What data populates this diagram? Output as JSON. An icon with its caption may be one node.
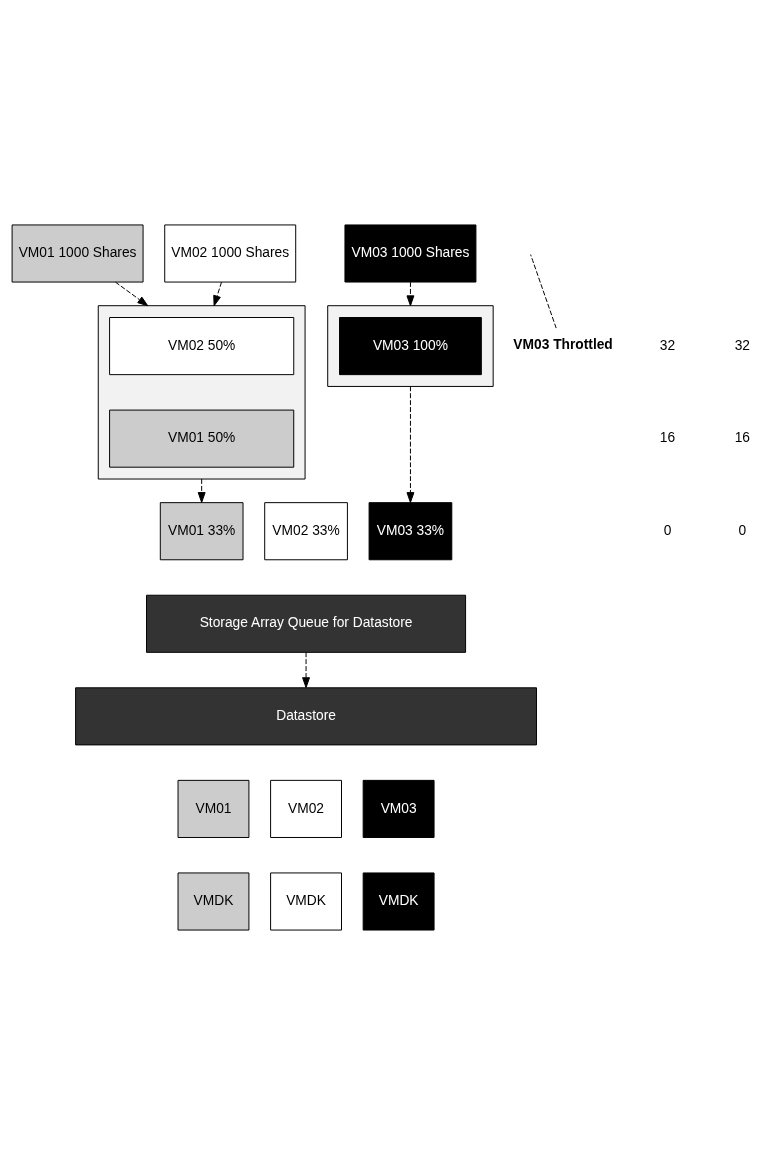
{
  "diagram": {
    "nodes": [
      {
        "text": [
          "VM01 1000 Shares"
        ]
      },
      {
        "text": [
          "VM02 1000 Shares"
        ]
      },
      {
        "text": [
          "VM03 1000 Shares"
        ]
      },
      {
        "text": [],
        "shape": "box"
      },
      {
        "text": [
          "VM02 50%"
        ],
        "in": 3
      },
      {
        "text": [
          "VM01 50%"
        ],
        "in": 3
      },
      {
        "text": [],
        "shape": "box"
      },
      {
        "text": [
          "VM03 100%"
        ],
        "in": 6
      },
      {
        "text": [
          "VM03 Throttled"
        ]
      },
      {
        "text": [
          "VM01 33%"
        ]
      },
      {
        "text": [
          "VM02 33%"
        ]
      },
      {
        "text": [
          "VM03 33%"
        ]
      },
      {
        "text": [
          "Storage Array Queue for Datastore"
        ]
      },
      {
        "text": [
          "Datastore"
        ]
      },
      {
        "text": [
          "VM01"
        ]
      },
      {
        "text": [
          "VM02"
        ]
      },
      {
        "text": [
          "VM03"
        ]
      },
      {
        "text": [
          "VMDK"
        ]
      },
      {
        "text": [
          "VMDK"
        ]
      },
      {
        "text": [
          "VMDK"
        ]
      }
    ],
    "edges": [
      {
        "from": 0,
        "to": 3,
        "arrow": "to",
        "style": "dashed"
      },
      {
        "from": 1,
        "to": 3,
        "arrow": "to",
        "style": "dashed"
      },
      {
        "from": 2,
        "to": 6,
        "arrow": "to",
        "style": "dashed"
      },
      {
        "from": 3,
        "to": 9,
        "arrow": "to",
        "style": "dashed"
      },
      {
        "from": 6,
        "to": 11,
        "arrow": "to",
        "style": "dashed"
      },
      {
        "from": 12,
        "to": 13,
        "arrow": "to",
        "style": "dashed"
      },
      {
        "from": 8,
        "to": null,
        "arrow": "none",
        "style": "dashed"
      }
    ],
    "labels": [
      "32",
      "16",
      "0",
      "32",
      "16",
      "0"
    ]
  }
}
